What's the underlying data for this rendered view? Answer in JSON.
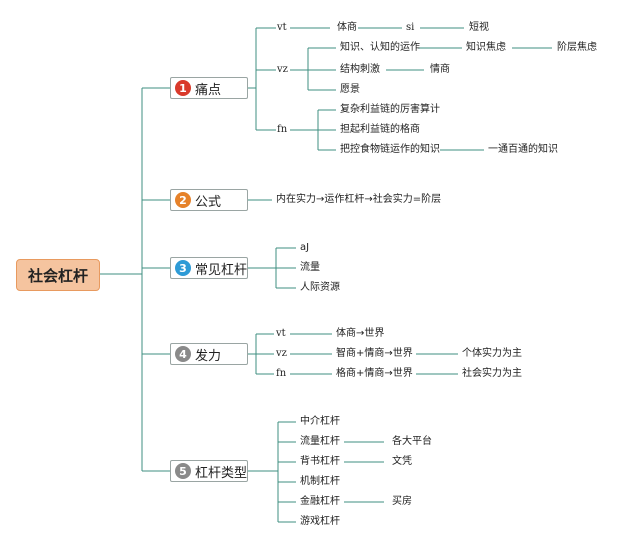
{
  "root": "社会杠杆",
  "colors": {
    "line": "#3f8f80",
    "root_fill": "#f5c49f",
    "badge_red": "#d93a2b",
    "badge_orange": "#e6822a",
    "badge_blue": "#2e9bd6",
    "badge_gray": "#8a8a8a"
  },
  "branches": [
    {
      "num": "1",
      "label": "痛点",
      "badge_color": "#d93a2b"
    },
    {
      "num": "2",
      "label": "公式",
      "badge_color": "#e6822a"
    },
    {
      "num": "3",
      "label": "常见杠杆",
      "badge_color": "#2e9bd6"
    },
    {
      "num": "4",
      "label": "发力",
      "badge_color": "#8a8a8a"
    },
    {
      "num": "5",
      "label": "杠杆类型",
      "badge_color": "#8a8a8a"
    }
  ],
  "b1": {
    "vt": "vt",
    "vt_a": "体商",
    "vt_b": "si",
    "vt_c": "短视",
    "vz": "vz",
    "vz_1": "知识、认知的运作",
    "vz_1a": "知识焦虑",
    "vz_1b": "阶层焦虑",
    "vz_2": "结构刺激",
    "vz_2a": "情商",
    "vz_3": "愿景",
    "fn": "fn",
    "fn_1": "复杂利益链的厉害算计",
    "fn_2": "担起利益链的格商",
    "fn_3": "把控食物链运作的知识",
    "fn_3a": "一通百通的知识"
  },
  "b2": {
    "formula": "内在实力→运作杠杆→社会实力=阶层"
  },
  "b3": {
    "items": [
      "aJ",
      "流量",
      "人际资源"
    ]
  },
  "b4": {
    "vt": "vt",
    "vt_a": "体商→世界",
    "vz": "vz",
    "vz_a": "智商+情商→世界",
    "vz_b": "个体实力为主",
    "fn": "fn",
    "fn_a": "格商+情商→世界",
    "fn_b": "社会实力为主"
  },
  "b5": {
    "items": [
      "中介杠杆",
      "流量杠杆",
      "背书杠杆",
      "机制杠杆",
      "金融杠杆",
      "游戏杠杆"
    ],
    "sub_1": "各大平台",
    "sub_2": "文凭",
    "sub_4": "买房"
  }
}
